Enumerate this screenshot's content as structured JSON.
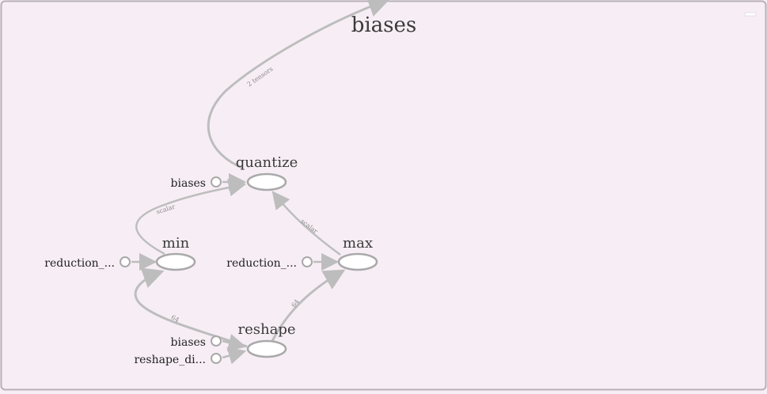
{
  "group": {
    "title": "biases",
    "collapse_glyph": "−"
  },
  "nodes": {
    "quantize": "quantize",
    "min": "min",
    "max": "max",
    "reshape": "reshape"
  },
  "inputs": {
    "quantize_biases": "biases",
    "min_reduction": "reduction_...",
    "max_reduction": "reduction_...",
    "reshape_biases": "biases",
    "reshape_dims": "reshape_di..."
  },
  "edge_labels": {
    "out_tensors": "2 tensors",
    "min_to_quantize": "scalar",
    "max_to_quantize": "scalar",
    "reshape_to_min": "64",
    "reshape_to_max": "64"
  },
  "colors": {
    "background": "#f7eef5",
    "border": "#b7b1b6",
    "edge": "#bdbdbd",
    "edge_label": "#8a8a8a",
    "node_stroke": "#a9a9a9",
    "node_fill": "#ffffff",
    "text": "#333333"
  }
}
